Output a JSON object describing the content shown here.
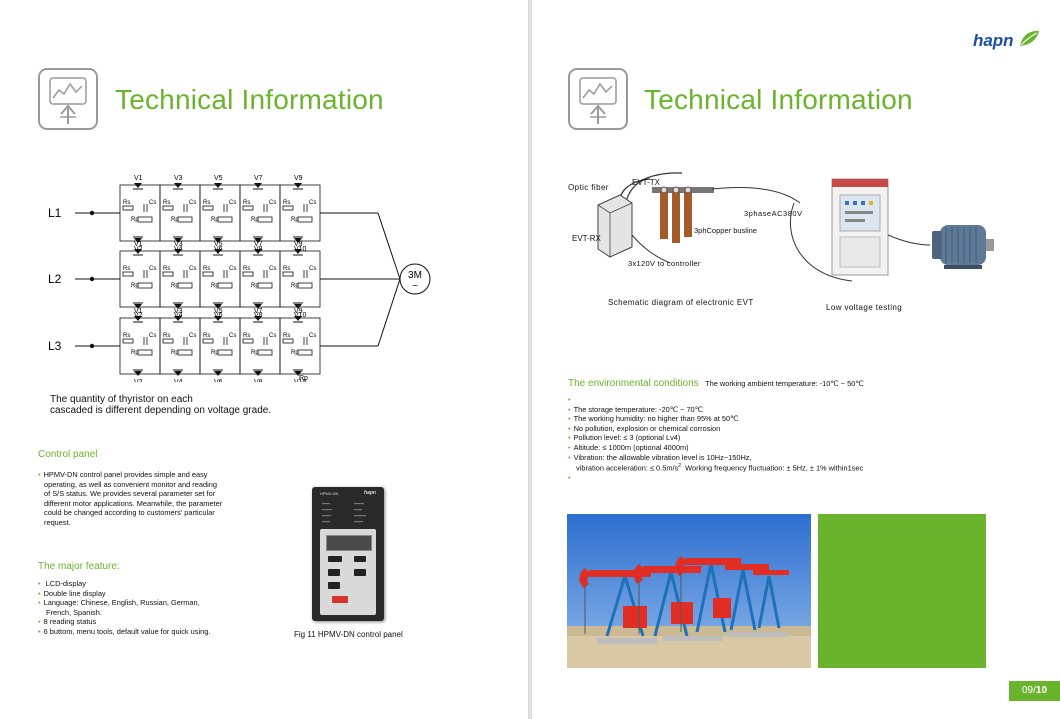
{
  "left": {
    "title": "Technical Information",
    "circuit": {
      "lines": [
        "L1",
        "L2",
        "L3"
      ],
      "motor": "3M",
      "motor_symbol": "~",
      "top_labels": [
        "V1",
        "V3",
        "V5",
        "V7",
        "V9"
      ],
      "bottom_labels": [
        "V2",
        "V4",
        "V6",
        "V8",
        "V10"
      ],
      "rs": "Rs",
      "cs": "Cs",
      "rp": "Rp"
    },
    "note": [
      "The quantity of thyristor on each",
      "cascaded is different depending on voltage grade."
    ],
    "control_panel": {
      "heading": "Control panel",
      "text": [
        "HPMV-DN control panel provides simple and easy",
        "operating, as well as convenient monitor and reading",
        "of S/S status. We provides several parameter set for",
        "different motor applications. Meanwhile, the parameter",
        "could be changed according to customers' particular",
        "request."
      ]
    },
    "major_feature": {
      "heading": "The major feature:",
      "items": [
        "LCD-display",
        "Double line display",
        "Language: Chinese, English, Russian, German,",
        "French, Spanish.",
        "8 reading status",
        "6 buttom, menu tools, default value for quick using."
      ]
    },
    "device": {
      "brand": "HPMV-DN",
      "logo": "hapn"
    },
    "figure_caption": "Fig 11 HPMV-DN control panel"
  },
  "right": {
    "title": "Technical Information",
    "logo": "hapn",
    "diagram": {
      "optic_fiber": "Optic fiber",
      "evt_tx": "EVT-TX",
      "evt_rx": "EVT-RX",
      "busline": "3phCopper busline",
      "controller": "3x120V to controller",
      "phase": "3phaseAC380V",
      "caption_left": "Schematic diagram of electronic EVT",
      "caption_right": "Low voltage testing"
    },
    "env": {
      "heading": "The environmental conditions",
      "lead": "The working ambient temperature: -10℃ ~ 50℃",
      "items": [
        "The storage temperature: -20℃ ~ 70℃",
        "The working humidity: no higher than 95% at 50℃",
        "No pollution, explosion or chemical corrosion",
        "Pollution level: ≤ 3 (optional Lv4)",
        "Altitude: ≤ 1000m (optional 4000m)",
        "Vibration: the allowable vibration level is 10Hz~150Hz,"
      ],
      "vib2a": "vibration acceleration: ≤ 0.5m/s",
      "vib2sup": "2",
      "vib2b": "  Working frequency fluctuation: ± 5Hz, ± 1% within1sec"
    },
    "page_number": "09/",
    "page_total": "10",
    "colors": {
      "accent": "#6ab42d",
      "logo": "#1a4fa0",
      "page_box": "#6ab42d"
    }
  }
}
